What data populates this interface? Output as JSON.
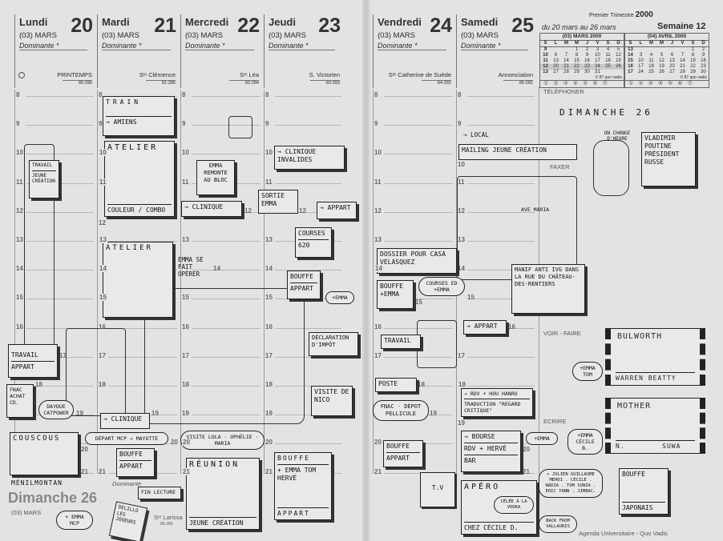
{
  "days": [
    {
      "name": "Lundi",
      "num": "20",
      "month": "(03) MARS",
      "dominante": "Dominante *",
      "saint": "PRINTEMPS",
      "code": "80-286"
    },
    {
      "name": "Mardi",
      "num": "21",
      "month": "(03) MARS",
      "dominante": "Dominante *",
      "saint": "Sᵗᵉ Clémence",
      "code": "81-285"
    },
    {
      "name": "Mercredi",
      "num": "22",
      "month": "(03) MARS",
      "dominante": "Dominante *",
      "saint": "Sᵗᵉ Léa",
      "code": "82-284"
    },
    {
      "name": "Jeudi",
      "num": "23",
      "month": "(03) MARS",
      "dominante": "Dominante *",
      "saint": "S. Victorien",
      "code": "83-283"
    },
    {
      "name": "Vendredi",
      "num": "24",
      "month": "(03) MARS",
      "dominante": "Dominante *",
      "saint": "Sᵗᵉ Catherine de Suède",
      "code": "84-282"
    },
    {
      "name": "Samedi",
      "num": "25",
      "month": "(03) MARS",
      "dominante": "Dominante *",
      "saint": "Annonciation",
      "code": "85-281"
    }
  ],
  "hours": [
    8,
    9,
    10,
    11,
    12,
    13,
    14,
    15,
    16,
    17,
    18,
    19,
    20,
    21
  ],
  "week": {
    "trimestre": "Premier Trimestre",
    "year": "2000",
    "range": "du 20 mars au 26 mars",
    "semaine": "Semaine 12"
  },
  "calendars": [
    {
      "title": "(03) MARS 2000",
      "header": [
        "S",
        "L",
        "M",
        "M",
        "J",
        "V",
        "S",
        "D"
      ],
      "rows": [
        [
          "9",
          "",
          "",
          "1",
          "2",
          "3",
          "4",
          "5"
        ],
        [
          "10",
          "6",
          "7",
          "8",
          "9",
          "10",
          "11",
          "12"
        ],
        [
          "11",
          "13",
          "14",
          "15",
          "16",
          "17",
          "18",
          "19"
        ],
        [
          "12",
          "20",
          "21",
          "22",
          "23",
          "24",
          "25",
          "26"
        ],
        [
          "13",
          "27",
          "28",
          "29",
          "30",
          "31",
          "",
          ""
        ]
      ],
      "current_row": 3
    },
    {
      "title": "(04) AVRIL 2000",
      "header": [
        "S",
        "L",
        "M",
        "M",
        "J",
        "V",
        "S",
        "D"
      ],
      "rows": [
        [
          "13",
          "",
          "",
          "",
          "",
          "",
          "1",
          "2"
        ],
        [
          "14",
          "3",
          "4",
          "5",
          "6",
          "7",
          "8",
          "9"
        ],
        [
          "15",
          "10",
          "11",
          "12",
          "13",
          "14",
          "15",
          "16"
        ],
        [
          "16",
          "17",
          "18",
          "19",
          "20",
          "21",
          "22",
          "23"
        ],
        [
          "17",
          "24",
          "25",
          "26",
          "27",
          "28",
          "29",
          "30"
        ]
      ],
      "current_row": -1
    }
  ],
  "copyright": "© 87 quo vadis",
  "weekday_circles": "①②③④⑤⑥⑦",
  "sections": {
    "telephoner": "TÉLÉPHONER",
    "faxer": "FAXER",
    "voir_faire": "VOIR - FAIRE",
    "ecrire": "ECRIRE"
  },
  "sunday": {
    "name": "Dimanche",
    "num": "26",
    "month": "(03) MARS",
    "dominante": "Dominante",
    "saint": "Sᵗᵉ Larissa",
    "code": "86-280",
    "footer": "Agenda Universitaire - Quo Vadis"
  },
  "notes": {
    "train": "TRAIN",
    "amiens": "→ AMIENS",
    "travail_jc_1": "TRAVAIL",
    "travail_jc_2": "JEUNE CRÉATION",
    "atelier1": "ATELIER",
    "atelier1_bot": "COULEUR / COMBO",
    "emma_bloc": "EMMA REMONTE AU BLOC",
    "clinique1": "→ CLINIQUE",
    "clinique_inv": "→ CLINIQUE INVALIDES",
    "sortie_emma": "SORTIE EMMA",
    "appart1": "→ APPART",
    "courses": "COURSES",
    "courses_2": "620",
    "atelier2": "ATELIER",
    "emma_opere": "EMMA SE FAIT OPÉRER",
    "bouffe_appart1": "BOUFFE",
    "bouffe_appart1_2": "APPART",
    "plus_emma1": "+EMMA",
    "declaration": "DÉCLARATION D'IMPÔT",
    "travail_appart": "TRAVAIL",
    "travail_appart_2": "APPART",
    "fnac_cd": "FNAC ACHAT CD.",
    "daydue": "DAYDUE CATPOWER",
    "visite_nico": "VISITE DE NICO",
    "clinique2": "→ CLINIQUE",
    "depart_mcp": "DÉPART MCP → MAYOTTE",
    "visite_lola": "VISITE LOLA · OPHÉLIE · MARIA",
    "couscous": "COUSCOUS",
    "menilmontant": "MÉNILMONTAN",
    "emma_mcp": "+ EMMA MCP",
    "bouffe_appart2": "BOUFFE",
    "bouffe_appart2_2": "APPART",
    "reunion": "RÉUNION",
    "reunion_bot": "JEUNE CRÉATION",
    "bouffe3": "BOUFFE",
    "bouffe3_2": "+ EMMA TOM HERVÉ",
    "bouffe3_3": "APPART",
    "fin_lecture": "FIN LECTURE",
    "book": "DELILLO LES JOUEURS",
    "local": "→ LOCAL",
    "mailing": "MAILING JEUNE CRÉATION",
    "dimanche": "DIMANCHE 26",
    "heure": "ON CHANGE D'HEURE",
    "poutine": "VLADIMIR POUTINE PRÉSIDENT RUSSE",
    "ave_maria": "AVE MARIA",
    "dossier": "DOSSIER POUR CASA VELASQUEZ",
    "manif": "MANIF ANTI IVG DANS LA RUE DU CHÂTEAU-DES-RENTIERS",
    "bouffe_emma": "BOUFFE",
    "bouffe_emma_2": "+EMMA",
    "courses_ed": "COURSES ED +EMMA",
    "appart2": "→ APPART",
    "travail": "TRAVAIL",
    "poste": "POSTE",
    "fnac_pellicule": "FNAC · DÉPOT PELLICULE",
    "rdv_hou": "→ RDV + HOU HANRU",
    "traduction": "TRADUCTION \"REGARD CRITIQUE\"",
    "bourse": "→ BOURSE",
    "plus_emma2": "+EMMA",
    "rdv_herve": "RDV + HERVÉ",
    "bar": "BAR",
    "bouffe_appart3": "BOUFFE",
    "bouffe_appart3_2": "APPART",
    "tv": "T.V",
    "apero": "APÉRO",
    "apero_bot": "CHEZ CÉCILE D.",
    "invites": "+ JULIEN GUILLAUME MEHDI . CÉCILE . NADIA . TOM SONIA . ERIC YANN . JIMBAC.",
    "celee": "CÉLÉE À LA VODKA",
    "back": "BACK FROM VALLAURIS",
    "bulworth": "BULWORTH",
    "bulworth_bot": "WARREN BEATTY",
    "emma_tom": "+EMMA TOM",
    "mother": "MOTHER",
    "mother_bot": "N.        SUWA",
    "emma_cecile": "+EMMA CÉCILE B.",
    "japonais": "BOUFFE",
    "japonais_bot": "JAPONAIS"
  }
}
